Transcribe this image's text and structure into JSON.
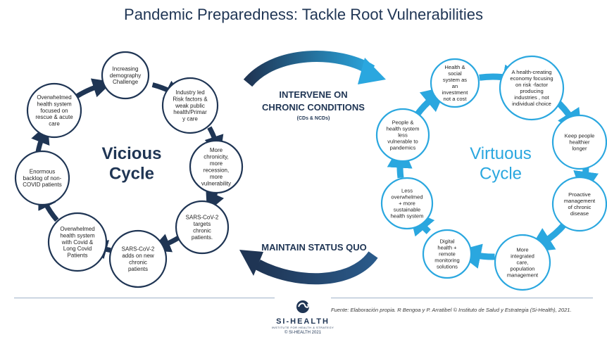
{
  "title": "Pandemic Preparedness: Tackle Root Vulnerabilities",
  "colors": {
    "navy": "#1f3554",
    "blue": "#2aa7df",
    "title": "#1f3554",
    "node_border": "#1f3554",
    "node_border_blue": "#2aa7df"
  },
  "vicious": {
    "label_line1": "Vicious",
    "label_line2": "Cycle",
    "nodes": [
      "Increasing\ndemography\nChallenge",
      "Industry led\nRisk factors &\nweak public\nhealth/Primar\ny care",
      "More\nchronicity,\nmore\nrecession,\nmore\nvulnerability",
      "SARS-CoV-2\ntargets\nchronic\npatients.",
      "SARS-CoV-2\nadds on new\nchronic\npatients",
      "Overwhelmed\nhealth  system\nwith Covid &\nLong Covid\nPatients",
      "Enormous\nbacklog of non-\nCOVID patients",
      "Overwhelmed\nhealth system\nfocused on\nrescue & acute\ncare"
    ]
  },
  "virtuous": {
    "label_line1": "Virtuous",
    "label_line2": "Cycle",
    "nodes": [
      "Health &\nsocial\nsystem as\nan\ninvestment\nnot a cost",
      "A health-creating\neconomy focusing\non risk -factor\nproducing\nindustries , not\nindividual choice",
      "Keep people\nhealthier\nlonger",
      "Proactive\nmanagement\nof chronic\ndisease",
      "More\nintegrated\ncare,\npopulation\nmanagement",
      "Digital\nhealth +\nremote\nmonitoring\nsolutions",
      "Less\noverwhelmed\n+ more\nsustainable\nhealth system",
      "People &\nhealth system\nless\nvulnerable to\npandemics"
    ]
  },
  "intervene": {
    "line1": "INTERVENE ON",
    "line2": "CHRONIC CONDITIONS",
    "sub": "(CDs & NCDs)"
  },
  "maintain": "MAINTAIN STATUS QUO",
  "source": "Fuente: Elaboración propia. R Bengoa y P. Arratibel © Instituto de Salud y Estrategia (Si-Health), 2021.",
  "logo": {
    "name": "SI-HEALTH",
    "tagline": "INSTITUTE FOR HEALTH & STRATEGY",
    "copyright": "© SI-HEALTH 2021"
  }
}
